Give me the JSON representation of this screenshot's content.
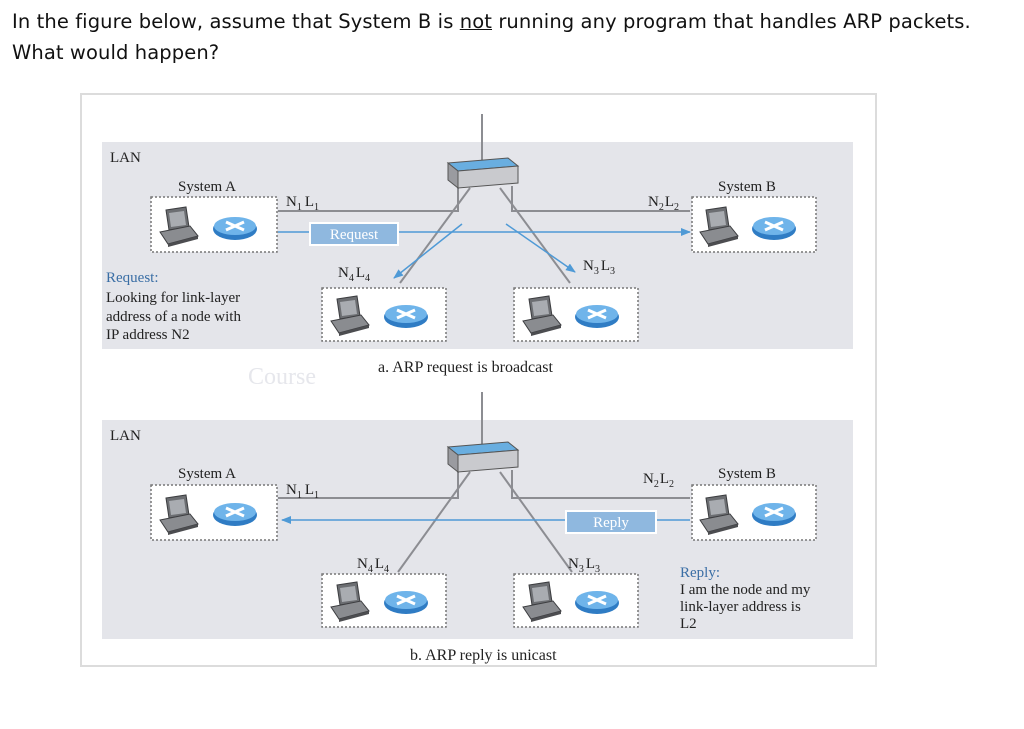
{
  "question": {
    "part1": "In the figure below, assume that System B is ",
    "emphasis": "not",
    "part2": " running any program that handles ARP packets.",
    "line2": "What would happen?"
  },
  "figure": {
    "top": {
      "lan_label": "LAN",
      "system_a_label": "System A",
      "system_b_label": "System B",
      "request_box": "Request",
      "request_note": {
        "heading": "Request:",
        "lines": [
          "Looking for link-layer",
          "address of a node with",
          "IP address N2"
        ]
      },
      "caption": "a. ARP request is broadcast"
    },
    "bottom": {
      "lan_label": "LAN",
      "system_a_label": "System A",
      "system_b_label": "System B",
      "reply_box": "Reply",
      "reply_note": {
        "heading": "Reply:",
        "lines": [
          "I am the node and my",
          "link-layer address is",
          "L2"
        ]
      },
      "caption": "b. ARP reply is unicast"
    },
    "node_labels": {
      "a": {
        "N": "N",
        "n_sub": "1",
        "L": "L",
        "l_sub": "1"
      },
      "b": {
        "N": "N",
        "n_sub": "2",
        "L": "L",
        "l_sub": "2"
      },
      "c": {
        "N": "N",
        "n_sub": "3",
        "L": "L",
        "l_sub": "3"
      },
      "d": {
        "N": "N",
        "n_sub": "4",
        "L": "L",
        "l_sub": "4"
      }
    },
    "watermark": "Course",
    "colors": {
      "lan_bg": "#e4e5ea",
      "arrow": "#4f9ad6",
      "note_text": "#3a6ea5",
      "box_fill": "#8fb8df",
      "router": "#69aee0"
    }
  }
}
